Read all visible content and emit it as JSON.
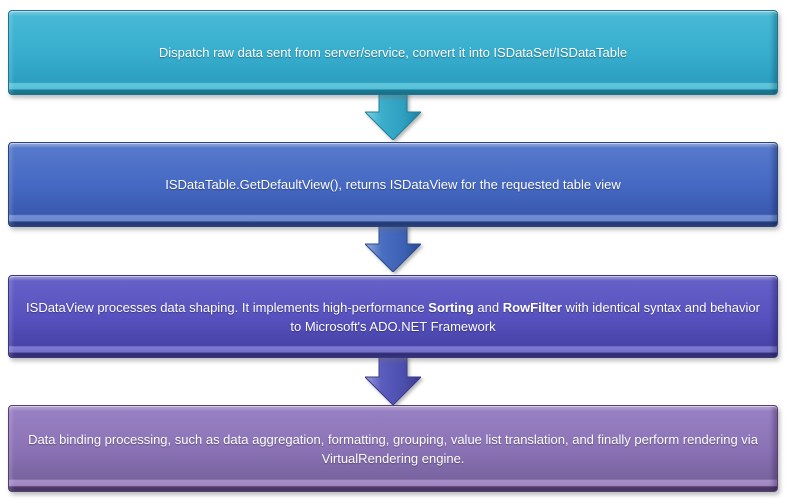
{
  "diagram": {
    "type": "flowchart",
    "direction": "top-down",
    "background_color": "#FFFFFF",
    "text_color": "#FFFFFF",
    "steps": [
      {
        "name": "step-1",
        "text": "Dispatch raw data sent from server/service, convert it into ISDataSet/ISDataTable",
        "color": "#37ADCD",
        "edge_color": "#14708C"
      },
      {
        "name": "step-2",
        "text": "ISDataTable.GetDefaultView(), returns ISDataView for the requested table view",
        "color": "#4568C2",
        "edge_color": "#203874"
      },
      {
        "name": "step-3",
        "segments": [
          {
            "text": "ISDataView processes data shaping. It implements high-performance ",
            "bold": false
          },
          {
            "text": "Sorting",
            "bold": true
          },
          {
            "text": " and ",
            "bold": false
          },
          {
            "text": "RowFilter",
            "bold": true
          },
          {
            "text": " with identical syntax and behavior to Microsoft's ADO.NET Framework",
            "bold": false
          }
        ],
        "color": "#5651BE",
        "edge_color": "#2E2A72"
      },
      {
        "name": "step-4",
        "text": "Data binding processing, such as data aggregation, formatting, grouping, value list translation, and finally perform rendering via VirtualRendering engine.",
        "color": "#8A72B5",
        "edge_color": "#463262"
      }
    ],
    "connectors": [
      {
        "name": "down-arrow-1",
        "icon": "down-arrow-icon",
        "from": "step-1",
        "to": "step-2",
        "color": "#2FA5C4"
      },
      {
        "name": "down-arrow-2",
        "icon": "down-arrow-icon",
        "from": "step-2",
        "to": "step-3",
        "color": "#3F68BE"
      },
      {
        "name": "down-arrow-3",
        "icon": "down-arrow-icon",
        "from": "step-3",
        "to": "step-4",
        "color": "#5355B6"
      }
    ]
  }
}
